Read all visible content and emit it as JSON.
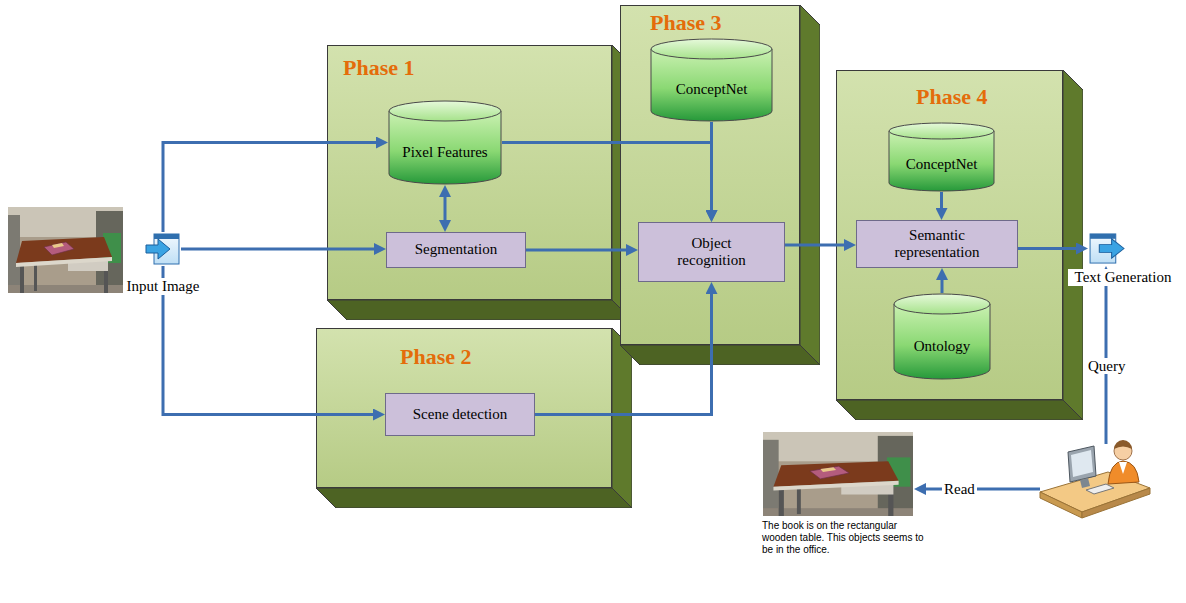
{
  "diagram": {
    "nodes": [
      {
        "text": [
          "Input Image"
        ]
      },
      {
        "text": [
          "Phase 1"
        ]
      },
      {
        "text": [
          "Pixel Features"
        ],
        "in": 1
      },
      {
        "text": [
          "Segmentation"
        ],
        "in": 1
      },
      {
        "text": [
          "Phase 2"
        ]
      },
      {
        "text": [
          "Scene detection"
        ],
        "in": 4
      },
      {
        "text": [
          "Phase 3"
        ]
      },
      {
        "text": [
          "ConceptNet"
        ],
        "in": 6
      },
      {
        "text": [
          "Object recognition"
        ],
        "in": 6
      },
      {
        "text": [
          "Phase 4"
        ]
      },
      {
        "text": [
          "ConceptNet"
        ],
        "in": 9
      },
      {
        "text": [
          "Semantic representation"
        ],
        "in": 9
      },
      {
        "text": [
          "Ontology"
        ],
        "in": 9
      },
      {
        "text": [
          "Text Generation"
        ]
      },
      {
        "text": [
          "The book is on the rectangular wooden table. This objects seems to be in the office."
        ]
      }
    ],
    "edges": [
      {
        "from": 0,
        "to": 2,
        "arrow": "to"
      },
      {
        "from": 0,
        "to": 3,
        "arrow": "to"
      },
      {
        "from": 0,
        "to": 5,
        "arrow": "to"
      },
      {
        "from": 2,
        "to": 3,
        "arrow": "both"
      },
      {
        "from": 2,
        "to": 8,
        "arrow": "to"
      },
      {
        "from": 3,
        "to": 8,
        "arrow": "to"
      },
      {
        "from": 5,
        "to": 8,
        "arrow": "to"
      },
      {
        "from": 7,
        "to": 8,
        "arrow": "to"
      },
      {
        "from": 8,
        "to": 11,
        "arrow": "to"
      },
      {
        "from": 10,
        "to": 11,
        "arrow": "to"
      },
      {
        "from": 12,
        "to": 11,
        "arrow": "to"
      },
      {
        "from": 11,
        "to": 13,
        "arrow": "to"
      }
    ],
    "labels": [
      "Query",
      "Read"
    ]
  }
}
